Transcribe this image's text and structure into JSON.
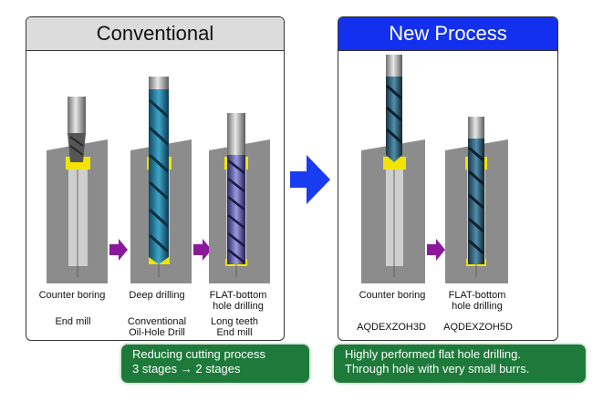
{
  "conventional": {
    "title": "Conventional",
    "steps": [
      {
        "process": [
          "Counter boring"
        ],
        "tool": [
          "End mill"
        ]
      },
      {
        "process": [
          "Deep drilling"
        ],
        "tool": [
          "Conventional",
          "Oil-Hole Drill"
        ]
      },
      {
        "process": [
          "FLAT-bottom",
          "hole drilling"
        ],
        "tool": [
          "Long teeth",
          "End mill"
        ]
      }
    ]
  },
  "new_process": {
    "title": "New Process",
    "steps": [
      {
        "process": [
          "Counter boring"
        ],
        "tool": [
          "AQDEXZOH3D"
        ]
      },
      {
        "process": [
          "FLAT-bottom",
          "hole drilling"
        ],
        "tool": [
          "AQDEXZOH5D"
        ]
      }
    ]
  },
  "banners": {
    "left": [
      "Reducing cutting process",
      "3 stages → 2 stages"
    ],
    "right": [
      "Highly performed flat hole drilling.",
      "Through hole with very small burrs."
    ]
  },
  "colors": {
    "header_new": "#1230ee",
    "header_conventional": "#dcdcdc",
    "banner": "#1e7a3a",
    "big_arrow": "#1a3cf0",
    "step_arrow": "#8a1a9a",
    "workpiece": "#8c8c8c",
    "highlight": "#f2e400"
  }
}
